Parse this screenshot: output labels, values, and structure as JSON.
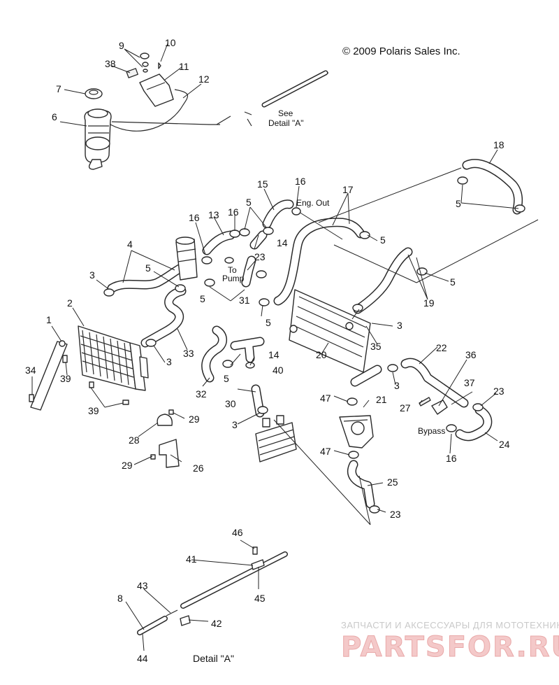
{
  "diagram": {
    "copyright": "© 2009 Polaris Sales Inc.",
    "notes": {
      "see_detail": [
        "See",
        "Detail \"A\""
      ],
      "eng_out": "Eng. Out",
      "to_pump": [
        "To",
        "Pump"
      ],
      "bypass": "Bypass",
      "detail_a": "Detail \"A\""
    },
    "callouts": [
      "1",
      "2",
      "3",
      "4",
      "5",
      "6",
      "7",
      "8",
      "9",
      "10",
      "11",
      "12",
      "13",
      "14",
      "15",
      "16",
      "17",
      "18",
      "19",
      "20",
      "21",
      "22",
      "23",
      "24",
      "25",
      "26",
      "27",
      "28",
      "29",
      "30",
      "31",
      "32",
      "33",
      "34",
      "35",
      "36",
      "37",
      "38",
      "39",
      "40",
      "41",
      "42",
      "43",
      "44",
      "45",
      "46",
      "47"
    ],
    "watermark": {
      "line1": "ЗАПЧАСТИ И АКСЕССУАРЫ ДЛЯ МОТОТЕХНИКИ",
      "line2": "PARTSFOR.RU"
    }
  }
}
